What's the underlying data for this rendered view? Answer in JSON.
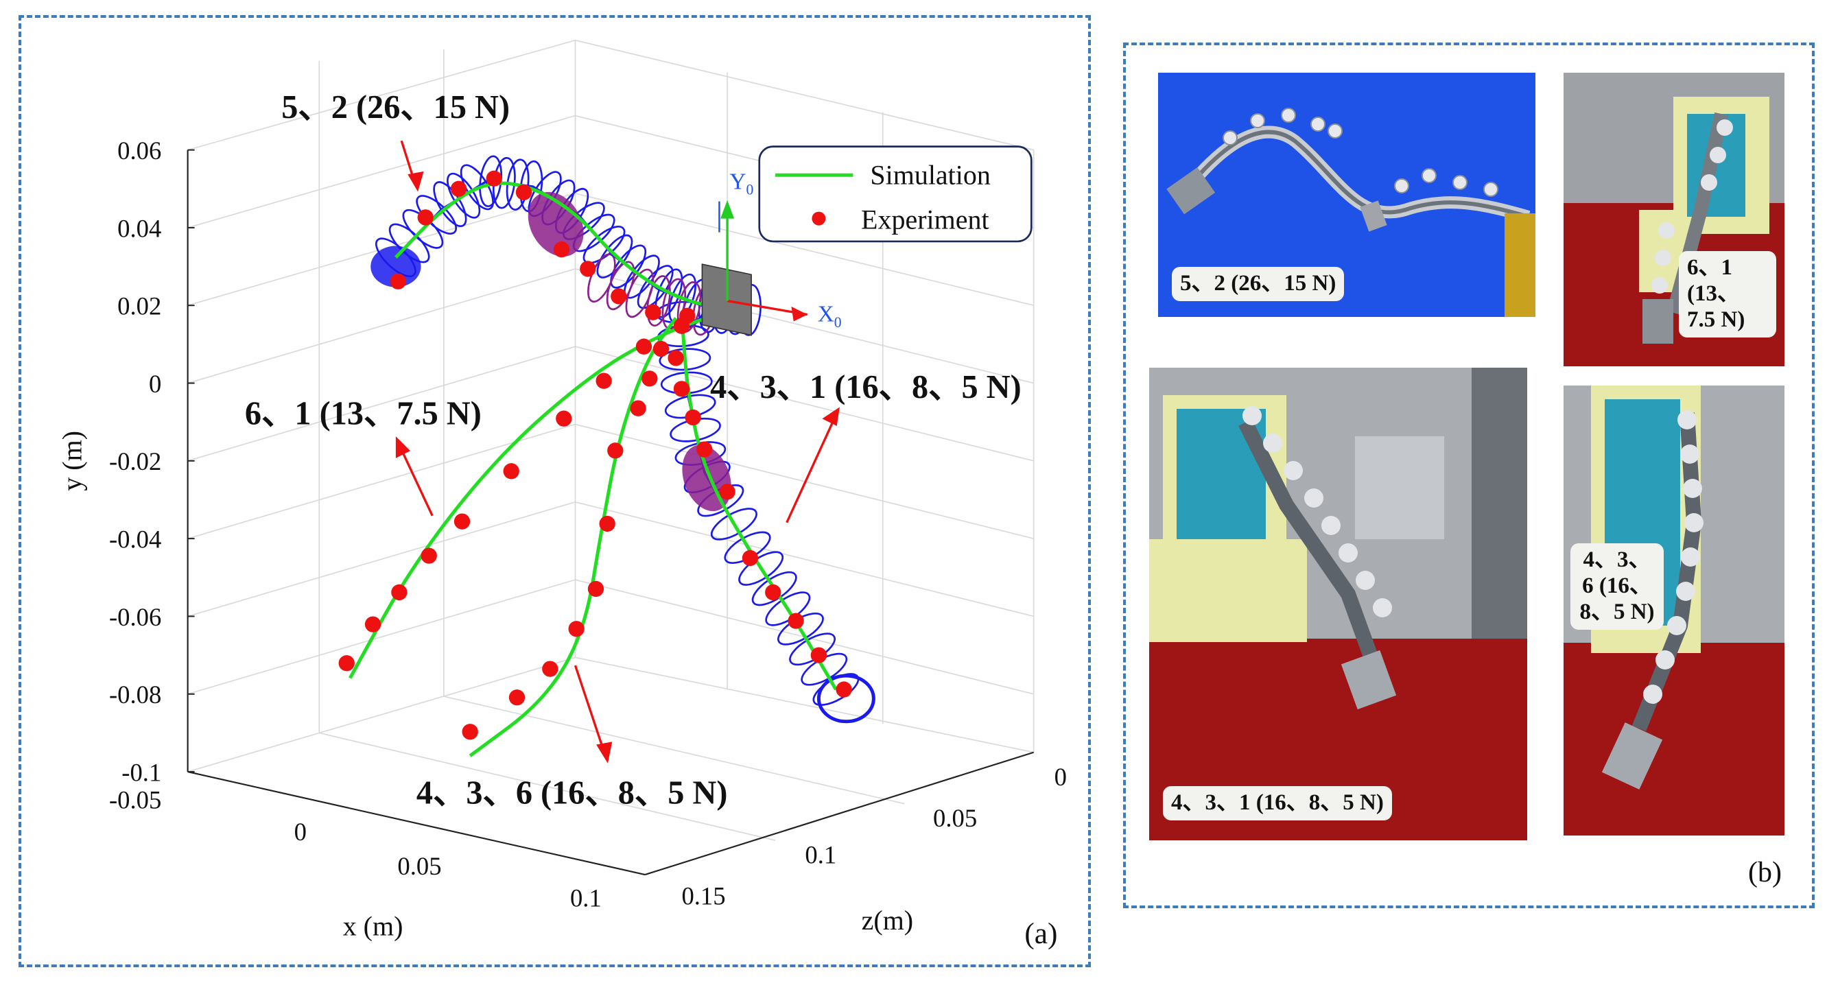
{
  "panel_a": {
    "letter": "(a)",
    "legend": {
      "simulation": "Simulation",
      "experiment": "Experiment"
    },
    "colors": {
      "simulation": "#22dd22",
      "experiment": "#ee1111",
      "backbone": "#1a1aee",
      "actuator": "#8b1f8b",
      "arrow": "#ee1111",
      "frame": "#2255ee",
      "frame_x": "#ee1111",
      "frame_y": "#22cc22"
    },
    "frame": {
      "x_label": "X",
      "y_label": "Y",
      "subscript": "0"
    },
    "annotations": [
      "5、2 (26、15 N)",
      "6、1 (13、7.5 N)",
      "4、3、1 (16、8、5 N)",
      "4、3、6 (16、8、5 N)"
    ]
  },
  "chart_data": {
    "type": "line",
    "projection": "3d",
    "xlabel": "x (m)",
    "ylabel": "y (m)",
    "zlabel": "z(m)",
    "x_ticks": [
      "-0.05",
      "0",
      "0.05",
      "0.1"
    ],
    "y_ticks": [
      "0.06",
      "0.04",
      "0.02",
      "0",
      "-0.02",
      "-0.04",
      "-0.06",
      "-0.08",
      "-0.1"
    ],
    "z_ticks": [
      "0",
      "0.05",
      "0.1",
      "0.15"
    ],
    "ylim": [
      -0.1,
      0.06
    ],
    "legend_position": "top-right",
    "grid": true,
    "series": [
      {
        "name": "5、2 (26、15 N)",
        "sim": [
          [
            330,
            212
          ],
          [
            370,
            170
          ],
          [
            410,
            145
          ],
          [
            450,
            150
          ],
          [
            490,
            175
          ],
          [
            520,
            210
          ],
          [
            560,
            240
          ],
          [
            600,
            255
          ],
          [
            640,
            258
          ]
        ],
        "exp": [
          [
            332,
            233
          ],
          [
            356,
            177
          ],
          [
            385,
            152
          ],
          [
            416,
            143
          ],
          [
            442,
            155
          ],
          [
            475,
            205
          ],
          [
            498,
            222
          ],
          [
            525,
            246
          ],
          [
            555,
            260
          ],
          [
            585,
            263
          ]
        ]
      },
      {
        "name": "6、1 (13、7.5 N)",
        "sim": [
          [
            290,
            580
          ],
          [
            345,
            480
          ],
          [
            420,
            385
          ],
          [
            500,
            315
          ],
          [
            560,
            280
          ],
          [
            610,
            262
          ]
        ],
        "exp": [
          [
            287,
            567
          ],
          [
            310,
            533
          ],
          [
            333,
            505
          ],
          [
            359,
            473
          ],
          [
            388,
            443
          ],
          [
            431,
            399
          ],
          [
            477,
            353
          ],
          [
            512,
            320
          ],
          [
            547,
            290
          ],
          [
            580,
            272
          ]
        ]
      },
      {
        "name": "4、3、6 (16、8、5 N)",
        "sim": [
          [
            395,
            648
          ],
          [
            460,
            600
          ],
          [
            495,
            540
          ],
          [
            510,
            450
          ],
          [
            525,
            370
          ],
          [
            550,
            300
          ],
          [
            575,
            265
          ]
        ],
        "exp": [
          [
            395,
            627
          ],
          [
            436,
            597
          ],
          [
            465,
            572
          ],
          [
            488,
            537
          ],
          [
            505,
            502
          ],
          [
            515,
            445
          ],
          [
            522,
            381
          ],
          [
            542,
            344
          ],
          [
            552,
            318
          ],
          [
            562,
            292
          ]
        ]
      },
      {
        "name": "4、3、1 (16、8、5 N)",
        "sim": [
          [
            580,
            260
          ],
          [
            585,
            330
          ],
          [
            600,
            400
          ],
          [
            640,
            470
          ],
          [
            680,
            530
          ],
          [
            715,
            590
          ]
        ],
        "exp": [
          [
            575,
            300
          ],
          [
            580,
            327
          ],
          [
            590,
            352
          ],
          [
            600,
            380
          ],
          [
            620,
            417
          ],
          [
            640,
            475
          ],
          [
            660,
            505
          ],
          [
            680,
            530
          ],
          [
            700,
            560
          ],
          [
            722,
            590
          ]
        ]
      }
    ]
  },
  "panel_b": {
    "letter": "(b)",
    "captions": [
      "5、2 (26、15 N)",
      "6、1 (13、7.5 N)",
      "4、3、1 (16、8、5 N)",
      "4、3、6 (16、8、5 N)"
    ]
  }
}
